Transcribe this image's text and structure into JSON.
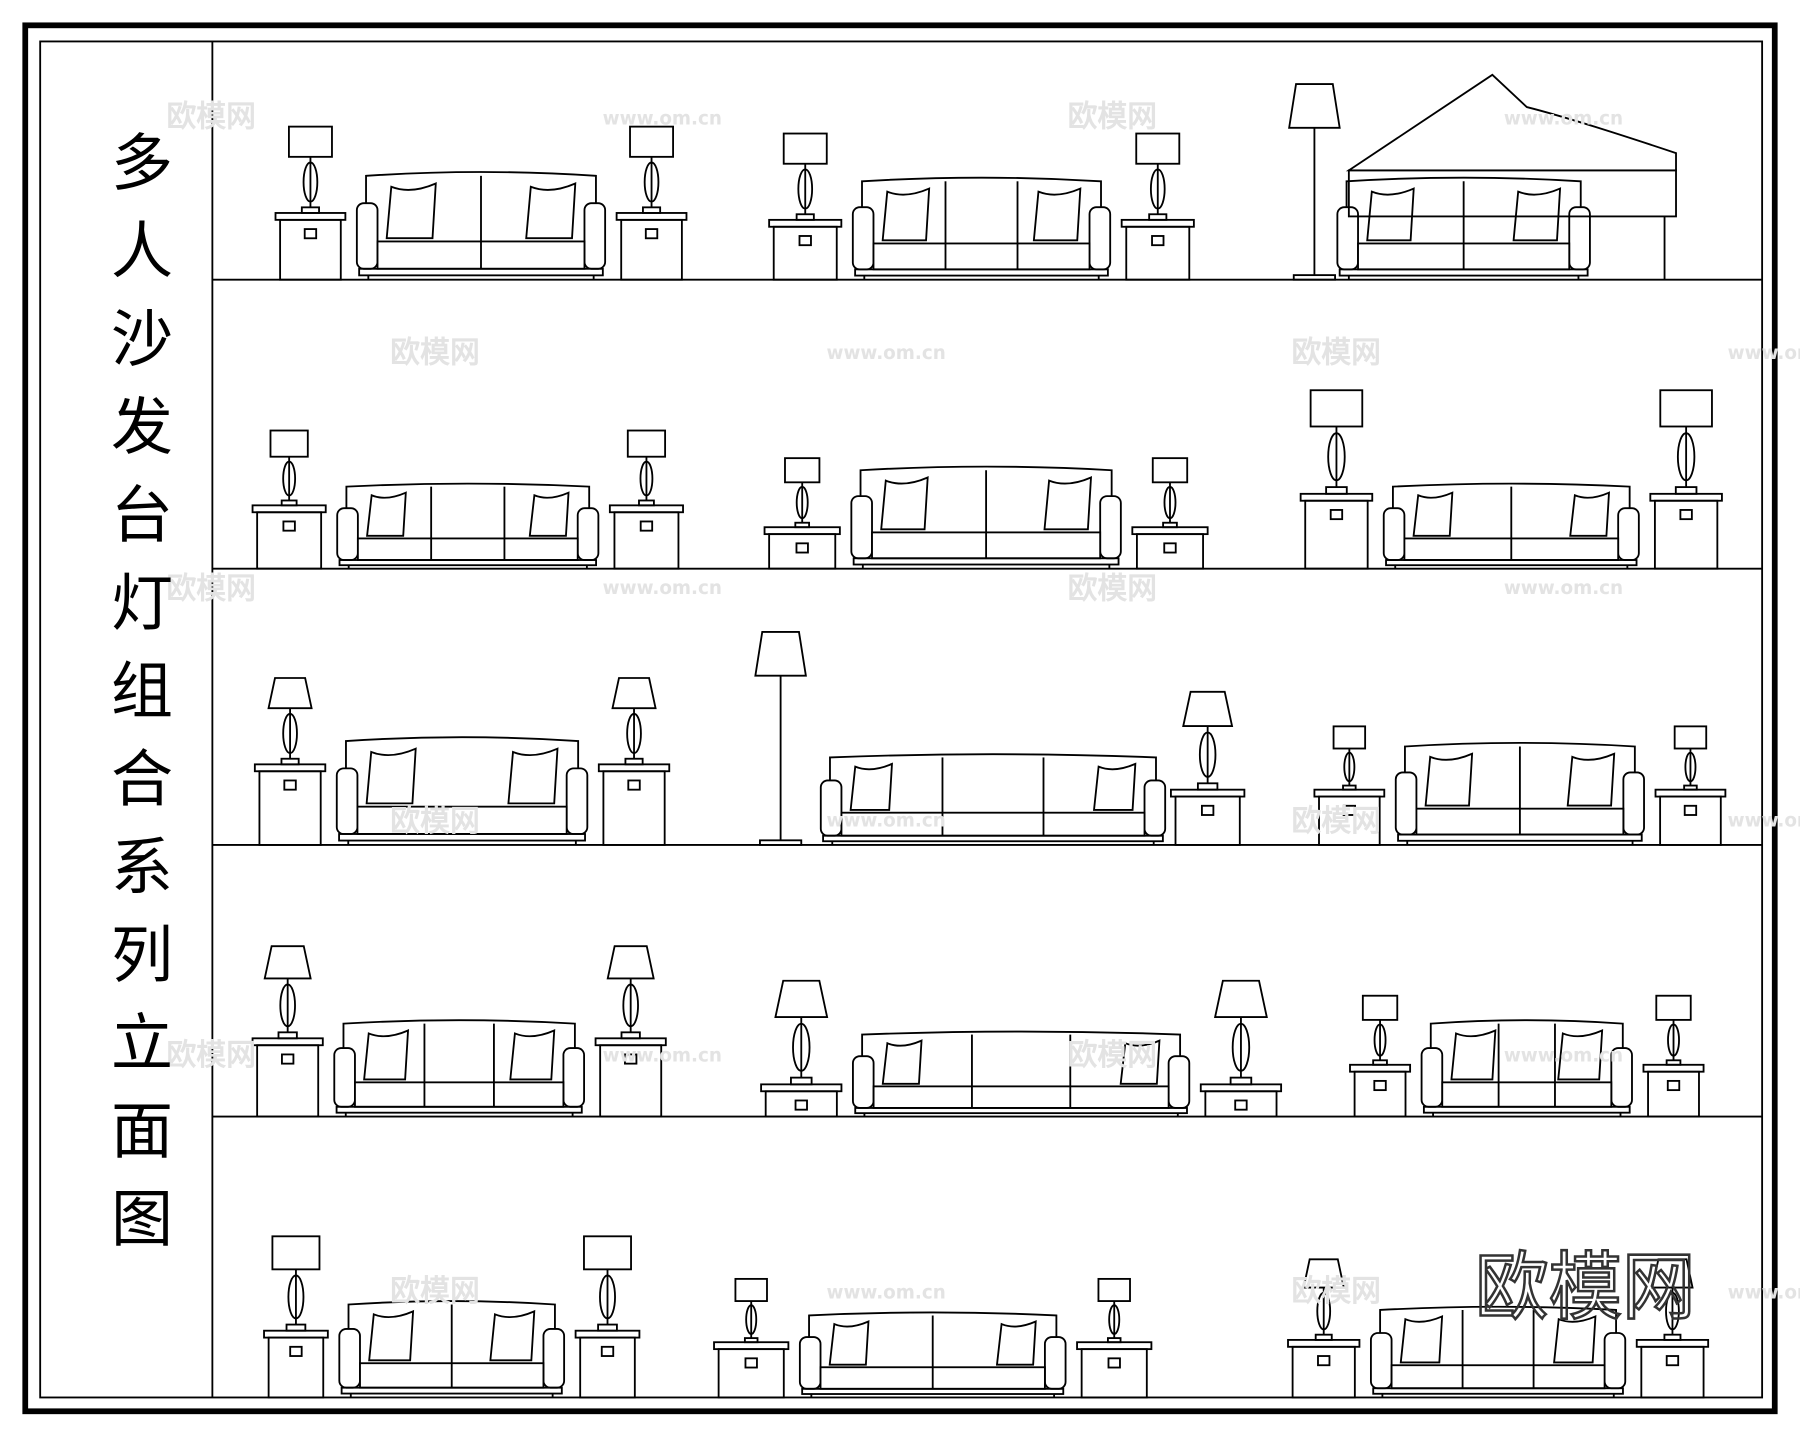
{
  "title": "多人沙发台灯组合系列立面图",
  "watermark": {
    "cn": "欧模网",
    "url": "www.om.cn"
  },
  "logo": "欧模网",
  "rows": [
    {
      "sets": [
        "sofa-set-1",
        "sofa-set-2",
        "sofa-set-3-piano"
      ]
    },
    {
      "sets": [
        "sofa-set-4",
        "sofa-set-5",
        "sofa-set-6"
      ]
    },
    {
      "sets": [
        "sofa-set-7",
        "sofa-set-8",
        "sofa-set-9"
      ]
    },
    {
      "sets": [
        "sofa-set-10",
        "sofa-set-11",
        "sofa-set-12"
      ]
    },
    {
      "sets": [
        "sofa-set-13",
        "sofa-set-14",
        "sofa-set-15"
      ]
    }
  ]
}
